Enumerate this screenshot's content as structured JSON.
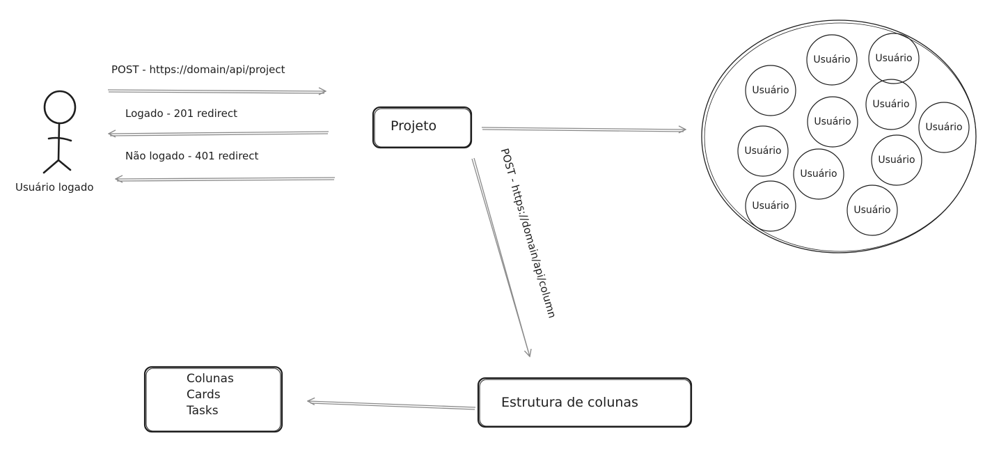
{
  "actor": {
    "label": "Usuário logado"
  },
  "arrows": {
    "post_project": "POST - https://domain/api/project",
    "logged": "Logado - 201 redirect",
    "not_logged": "Não logado - 401 redirect",
    "post_column": "POST - https://domain/api/column"
  },
  "nodes": {
    "project": "Projeto",
    "columns_structure": "Estrutura de colunas",
    "content": {
      "items": [
        "Colunas",
        "Cards",
        "Tasks"
      ]
    }
  },
  "users_group": {
    "users": [
      "Usuário",
      "Usuário",
      "Usuário",
      "Usuário",
      "Usuário",
      "Usuário",
      "Usuário",
      "Usuário",
      "Usuário",
      "Usuário",
      "Usuário"
    ]
  },
  "colors": {
    "stroke": "#1e1e1e",
    "arrow": "#8a8a8a",
    "background": "#ffffff"
  }
}
